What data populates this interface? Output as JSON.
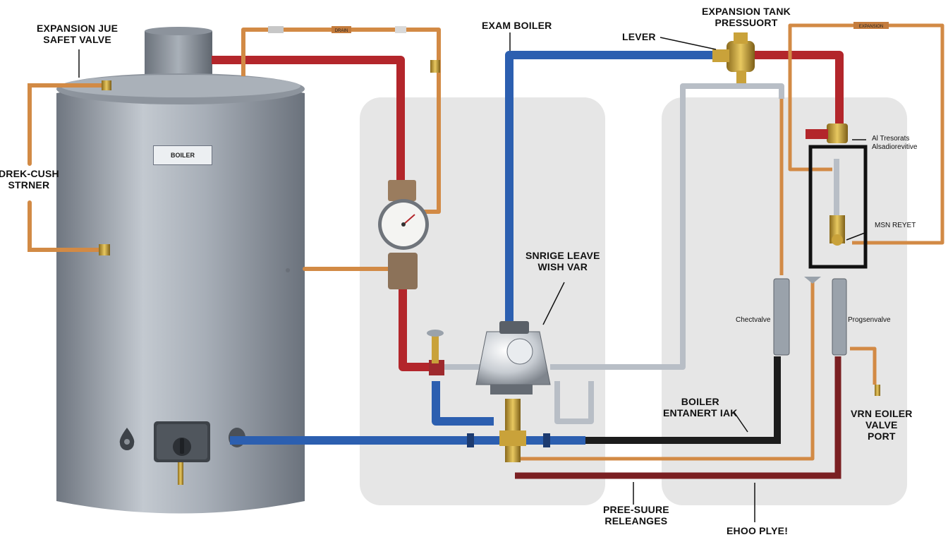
{
  "labels": {
    "expansion_safety_valve": [
      "EXPANSION JUE",
      "SAFET VALVE"
    ],
    "drek_cush_strainer": [
      "DREK-CUSH",
      "STRNER"
    ],
    "boiler_plate": "BOILER",
    "exam_boiler": "EXAM BOILER",
    "expansion_tank_pressure": [
      "EXPANSION TANK",
      "PRESSUORT"
    ],
    "lever": "LEVER",
    "al_pressure": [
      "Al Tresorats",
      "Alsadiorevitive"
    ],
    "msn_reyet": "MSN REYET",
    "snrige_leave": [
      "SNRIGE LEAVE",
      "WISH VAR"
    ],
    "check_valve": "Chectvalve",
    "pressure_valve": "Progsenvalve",
    "boiler_entanert": [
      "BOILER",
      "ENTANERT IAK"
    ],
    "vrn_boiler_valve_port": [
      "VRN EOILER",
      "VALVE",
      "PORT"
    ],
    "pressure_releases": [
      "PREE-SUURE",
      "RELEANGES"
    ],
    "ehoo_plye": "EHOO PLYE!",
    "pipe_tag_top": "DRAIN",
    "pipe_tag_right": "EXPANSION"
  },
  "colors": {
    "hot_pipe": "#b3262b",
    "cold_pipe": "#2c5fb0",
    "copper_pipe": "#d28a45",
    "grey_pipe": "#b8bec6",
    "black_pipe": "#1c1c1c",
    "tank_body": "#9aa1aa",
    "panel": "#e6e6e6",
    "brass": "#c9a23a"
  }
}
